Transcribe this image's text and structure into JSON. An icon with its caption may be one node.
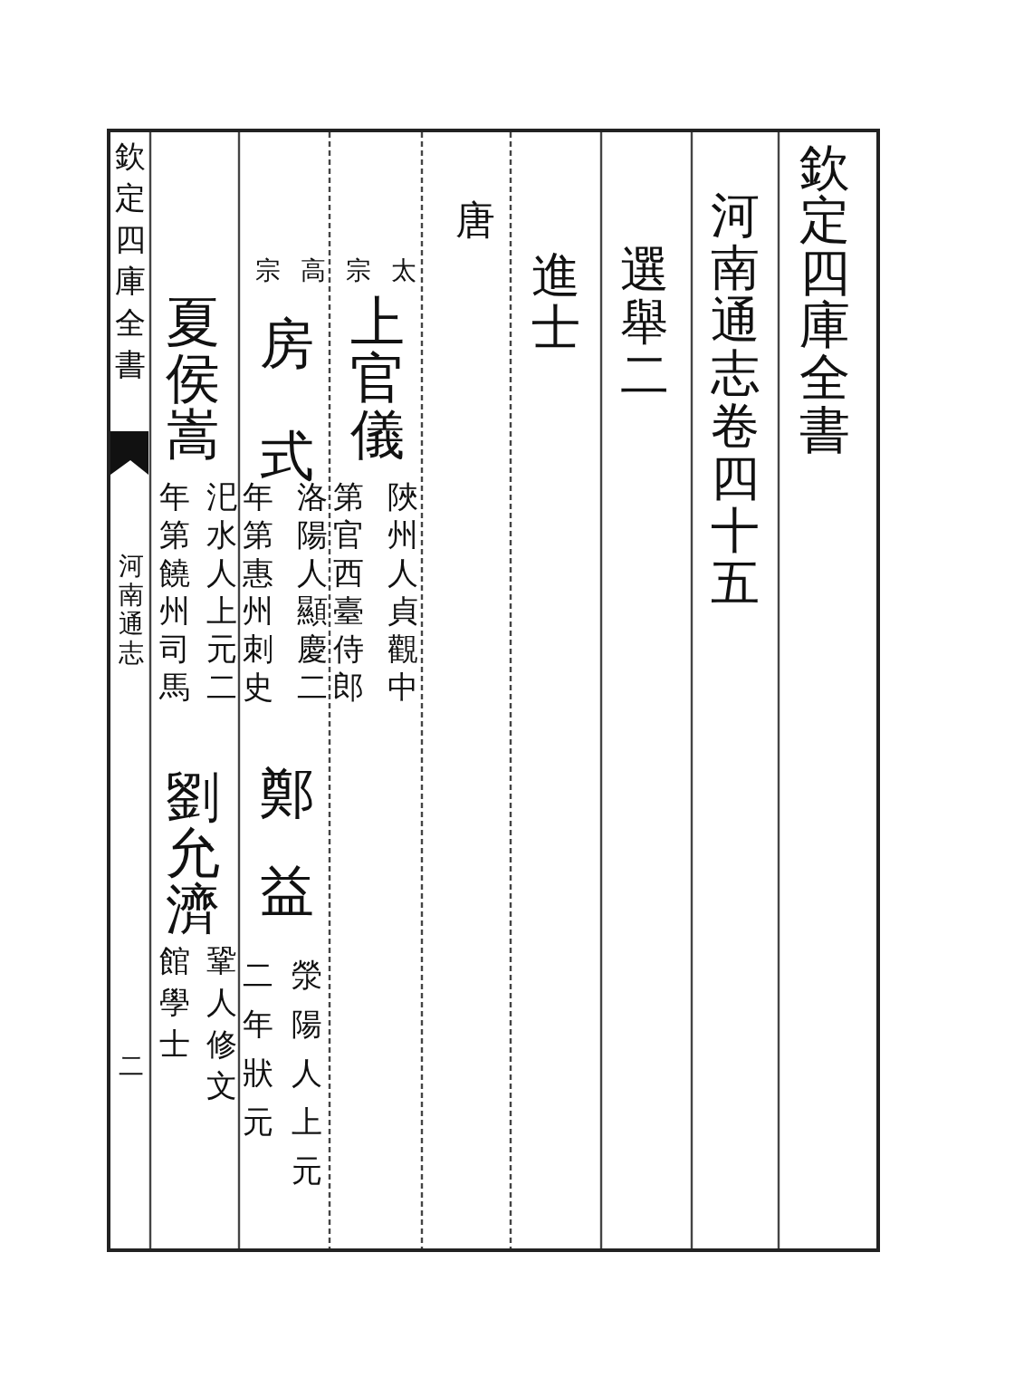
{
  "diagram": {
    "title": "欽定四庫全書",
    "labels": [
      "河南通志卷四十五",
      "選舉二",
      "進士",
      "唐",
      "太宗",
      "上官儀",
      "陜州人貞觀中第官西臺侍郎",
      "高宗",
      "房式",
      "洛陽人顯慶二年第惠州刺史",
      "鄭益",
      "滎陽人上元二年狀元",
      "夏侯嵩",
      "汜水人上元二年第饒州司馬",
      "劉允濟",
      "鞏人修文館學士",
      "欽定四庫全書",
      "河南通志",
      "二"
    ]
  }
}
